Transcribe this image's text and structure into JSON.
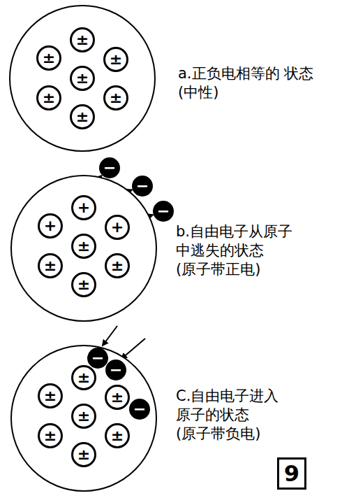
{
  "diagram": {
    "nodes": [
      {
        "text": [
          "a.正负电相等的 状态(中性)"
        ]
      },
      {
        "text": [
          "±"
        ],
        "in": 0
      },
      {
        "text": [
          "±"
        ],
        "in": 0
      },
      {
        "text": [
          "±"
        ],
        "in": 0
      },
      {
        "text": [
          "±"
        ],
        "in": 0
      },
      {
        "text": [
          "±"
        ],
        "in": 0
      },
      {
        "text": [
          "±"
        ],
        "in": 0
      },
      {
        "text": [
          "±"
        ],
        "in": 0
      },
      {
        "text": [
          "b.自由电子从原子 中逃失的状态 (原子带正电)"
        ]
      },
      {
        "text": [
          "+"
        ],
        "in": 8
      },
      {
        "text": [
          "+"
        ],
        "in": 8
      },
      {
        "text": [
          "+"
        ],
        "in": 8
      },
      {
        "text": [
          "±"
        ],
        "in": 8
      },
      {
        "text": [
          "±"
        ],
        "in": 8
      },
      {
        "text": [
          "±"
        ],
        "in": 8
      },
      {
        "text": [
          "±"
        ],
        "in": 8
      },
      {
        "text": [
          "−"
        ]
      },
      {
        "text": [
          "−"
        ]
      },
      {
        "text": [
          "−"
        ]
      },
      {
        "text": [
          "C.自由电子进入 原子的状态 (原子带负电)"
        ]
      },
      {
        "text": [
          "±"
        ],
        "in": 19
      },
      {
        "text": [
          "±"
        ],
        "in": 19
      },
      {
        "text": [
          "±"
        ],
        "in": 19
      },
      {
        "text": [
          "±"
        ],
        "in": 19
      },
      {
        "text": [
          "±"
        ],
        "in": 19
      },
      {
        "text": [
          "±"
        ],
        "in": 19
      },
      {
        "text": [
          "±"
        ],
        "in": 19
      },
      {
        "text": [
          "−"
        ],
        "in": 19
      },
      {
        "text": [
          "−"
        ],
        "in": 19
      },
      {
        "text": [
          "−"
        ],
        "in": 19
      },
      {
        "text": [
          "9"
        ]
      }
    ],
    "edges": [
      {
        "from": 10,
        "to": 16,
        "arrow": "to"
      },
      {
        "from": 9,
        "to": 17,
        "arrow": "to"
      },
      {
        "from": 11,
        "to": 18,
        "arrow": "to"
      }
    ]
  }
}
